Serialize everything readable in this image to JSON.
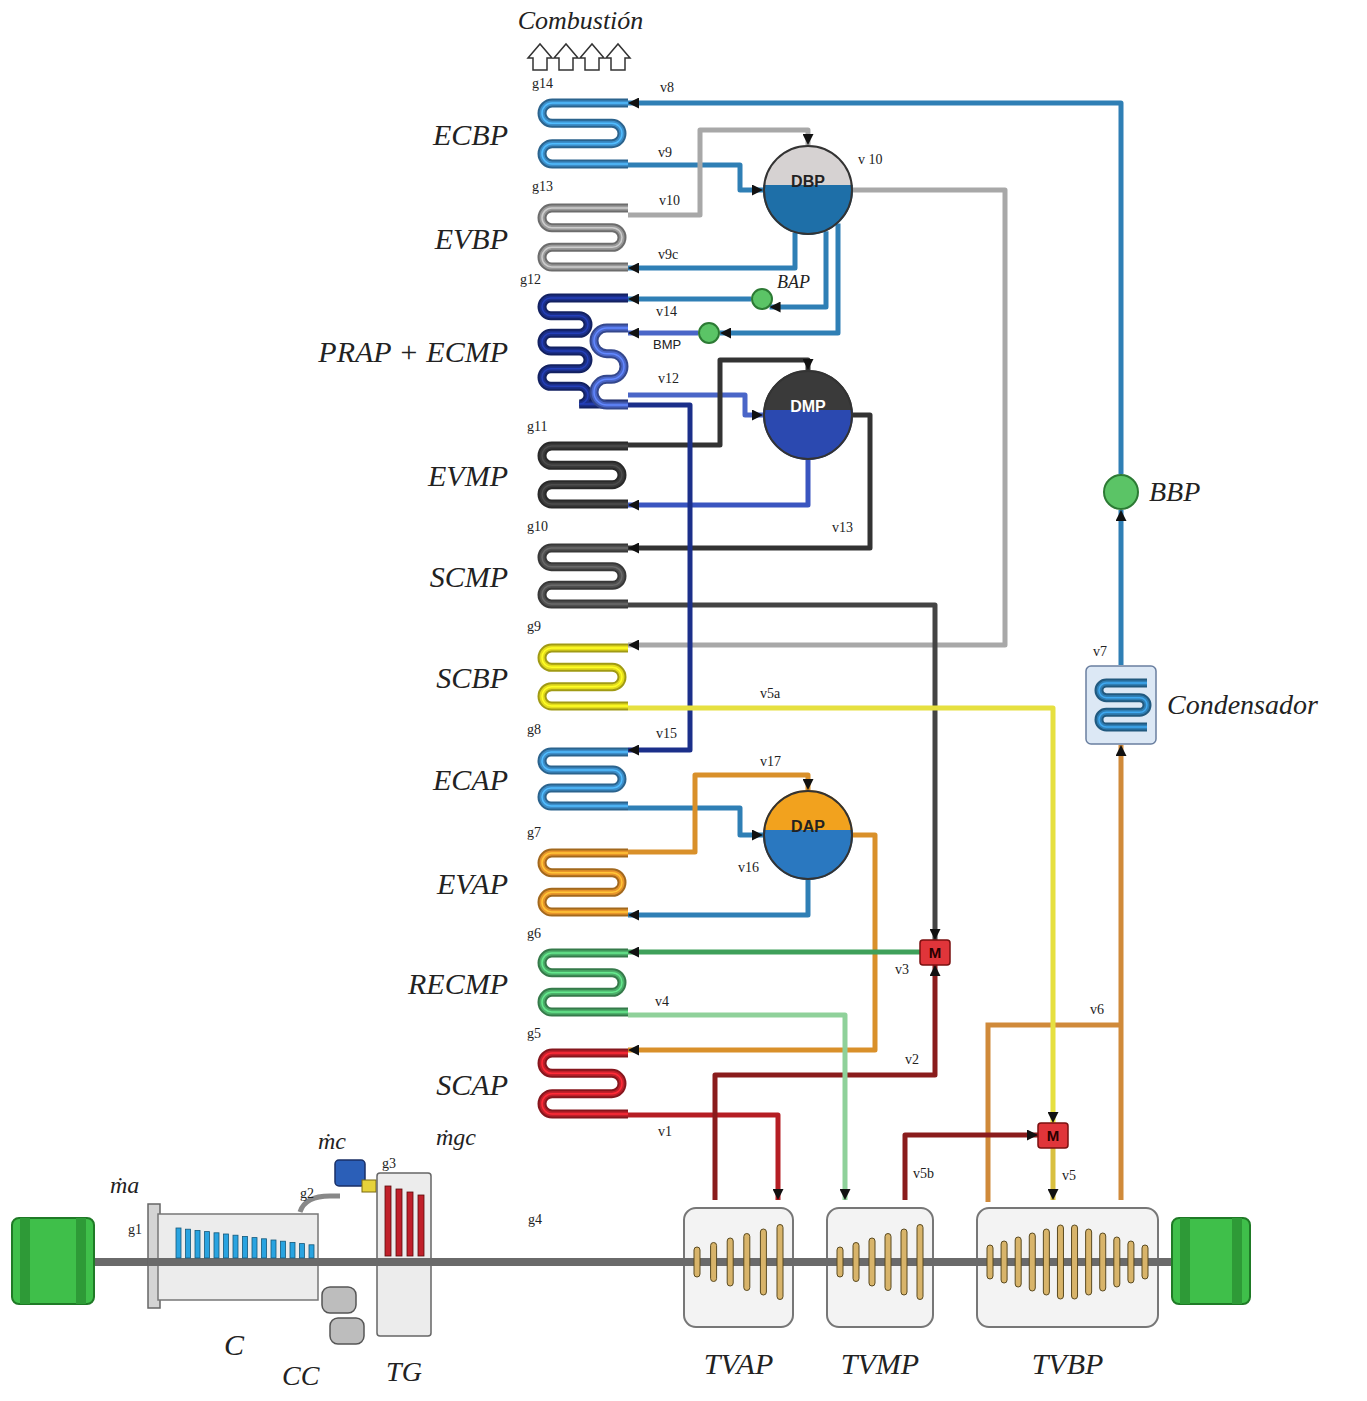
{
  "diagram": {
    "nodes": [
      {
        "text": [
          "Combustión"
        ]
      },
      {
        "text": [
          "ECBP"
        ],
        "in": 0
      },
      {
        "text": [
          "EVBP"
        ],
        "in": 0
      },
      {
        "text": [
          "PRAP + ECMP"
        ],
        "in": 0
      },
      {
        "text": [
          "EVMP"
        ],
        "in": 0
      },
      {
        "text": [
          "SCMP"
        ],
        "in": 0
      },
      {
        "text": [
          "SCBP"
        ],
        "in": 0
      },
      {
        "text": [
          "ECAP"
        ],
        "in": 0
      },
      {
        "text": [
          "EVAP"
        ],
        "in": 0
      },
      {
        "text": [
          "RECMP"
        ],
        "in": 0
      },
      {
        "text": [
          "SCAP"
        ],
        "in": 0
      },
      {
        "text": [
          "DBP"
        ]
      },
      {
        "text": [
          "BAP"
        ]
      },
      {
        "text": [
          "BMP"
        ]
      },
      {
        "text": [
          "DMP"
        ]
      },
      {
        "text": [
          "DAP"
        ]
      },
      {
        "text": [
          "BBP"
        ]
      },
      {
        "text": [
          "Condensador"
        ]
      },
      {
        "text": [
          "M"
        ]
      },
      {
        "text": [
          "M"
        ]
      },
      {
        "text": [
          "C"
        ]
      },
      {
        "text": [
          "CC"
        ]
      },
      {
        "text": [
          "TG"
        ]
      },
      {
        "text": [
          "TVAP"
        ]
      },
      {
        "text": [
          "TVMP"
        ]
      },
      {
        "text": [
          "TVBP"
        ]
      }
    ],
    "edges": [
      {
        "from": 16,
        "to": 1,
        "arrow": "to"
      },
      {
        "from": 1,
        "to": 11,
        "arrow": "to"
      },
      {
        "from": 11,
        "to": 2,
        "arrow": "to"
      },
      {
        "from": 2,
        "to": 11,
        "arrow": "to"
      },
      {
        "from": 11,
        "to": 12,
        "arrow": "to"
      },
      {
        "from": 12,
        "to": 3,
        "arrow": "to"
      },
      {
        "from": 11,
        "to": 13,
        "arrow": "to"
      },
      {
        "from": 13,
        "to": 3,
        "arrow": "to"
      },
      {
        "from": 3,
        "to": 14,
        "arrow": "to"
      },
      {
        "from": 11,
        "to": 6,
        "arrow": "to"
      },
      {
        "from": 14,
        "to": 4,
        "arrow": "to"
      },
      {
        "from": 4,
        "to": 14,
        "arrow": "to"
      },
      {
        "from": 14,
        "to": 5,
        "arrow": "to"
      },
      {
        "from": 5,
        "to": 18,
        "arrow": "to"
      },
      {
        "from": 3,
        "to": 7,
        "arrow": "to"
      },
      {
        "from": 7,
        "to": 15,
        "arrow": "to"
      },
      {
        "from": 15,
        "to": 8,
        "arrow": "to"
      },
      {
        "from": 8,
        "to": 15,
        "arrow": "to"
      },
      {
        "from": 15,
        "to": 10,
        "arrow": "to"
      },
      {
        "from": 10,
        "to": 23,
        "arrow": "to"
      },
      {
        "from": 23,
        "to": 18,
        "arrow": "to"
      },
      {
        "from": 18,
        "to": 9,
        "arrow": "to"
      },
      {
        "from": 9,
        "to": 24,
        "arrow": "to"
      },
      {
        "from": 24,
        "to": 19,
        "arrow": "to"
      },
      {
        "from": 6,
        "to": 19,
        "arrow": "to"
      },
      {
        "from": 19,
        "to": 25,
        "arrow": "to"
      },
      {
        "from": 25,
        "to": 17,
        "arrow": "to"
      },
      {
        "from": 17,
        "to": 16,
        "arrow": "to"
      }
    ],
    "labels": [
      "ṁa",
      "ṁc",
      "ṁgc",
      "g1",
      "g2",
      "g3",
      "g4",
      "g14",
      "v8",
      "v9",
      "v 10",
      "g13",
      "v10",
      "v9c",
      "g12",
      "v14",
      "v12",
      "g11",
      "v13",
      "g10",
      "g9",
      "v5a",
      "g8",
      "v15",
      "v17",
      "g7",
      "v16",
      "g6",
      "v3",
      "v4",
      "g5",
      "v2",
      "v6",
      "v1",
      "v5b",
      "v5",
      "v7"
    ]
  }
}
